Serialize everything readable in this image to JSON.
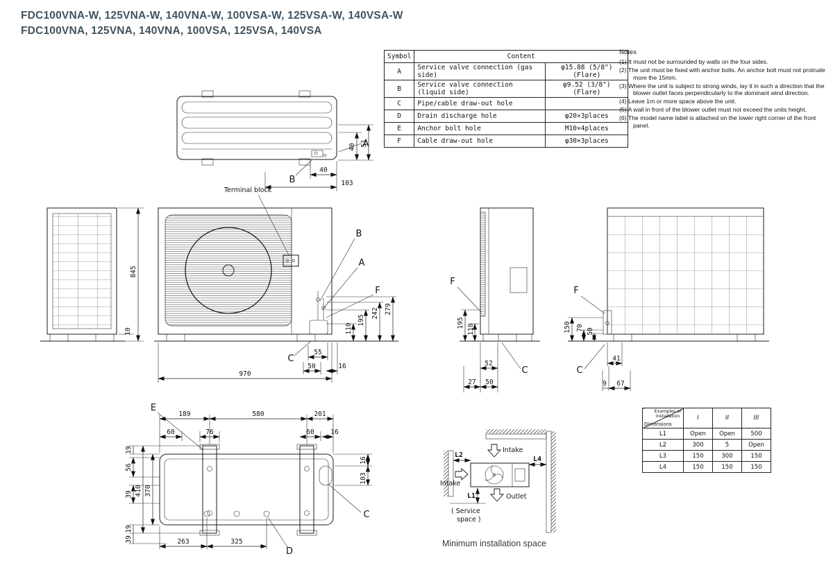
{
  "title": {
    "line1": "FDC100VNA-W, 125VNA-W, 140VNA-W, 100VSA-W, 125VSA-W, 140VSA-W",
    "line2": "FDC100VNA, 125VNA, 140VNA, 100VSA, 125VSA, 140VSA"
  },
  "symbol_table": {
    "header_symbol": "Symbol",
    "header_content": "Content",
    "rows": [
      {
        "symbol": "A",
        "content": "Service valve connection (gas side)",
        "value": "φ15.88 (5/8\") (Flare)"
      },
      {
        "symbol": "B",
        "content": "Service valve connection (liquid side)",
        "value": "φ9.52 (3/8\") (Flare)"
      },
      {
        "symbol": "C",
        "content": "Pipe/cable draw-out hole",
        "value": ""
      },
      {
        "symbol": "D",
        "content": "Drain discharge hole",
        "value": "φ20×3places"
      },
      {
        "symbol": "E",
        "content": "Anchor bolt hole",
        "value": "M10×4places"
      },
      {
        "symbol": "F",
        "content": "Cable draw-out hole",
        "value": "φ30×3places"
      }
    ]
  },
  "notes": {
    "heading": "Notes",
    "items": [
      {
        "num": "(1)",
        "text": "It must not be surrounded by walls on the four sides."
      },
      {
        "num": "(2)",
        "text": "The unit must be fixed with anchor bolts. An anchor bolt must not protrude more the 15mm."
      },
      {
        "num": "(3)",
        "text": "Where the unit is subject to strong winds, lay it in such a direction that the blower outlet faces perpendicularly to the dominant wind direction."
      },
      {
        "num": "(4)",
        "text": "Leave 1m or more space above the unit."
      },
      {
        "num": "(5)",
        "text": "A wall in front of the blower outlet must not exceed the units height."
      },
      {
        "num": "(6)",
        "text": "The model name label is attached on the lower right corner of the front panel."
      }
    ]
  },
  "drawing": {
    "terminal_block": "Terminal block",
    "letters": {
      "a": "A",
      "b": "B",
      "c": "C",
      "d": "D",
      "e": "E",
      "f": "F"
    },
    "dims": {
      "tv40a": "40",
      "tv40b": "40",
      "tv51": "51",
      "tv103": "103",
      "h845": "845",
      "h10": "10",
      "w970": "970",
      "f55": "55",
      "f50": "50",
      "f16": "16",
      "r110": "110",
      "r195": "195",
      "r242": "242",
      "r279": "279",
      "s195": "195",
      "s110": "110",
      "s52": "52",
      "s27": "27",
      "s50": "50",
      "k150": "150",
      "k70": "70",
      "k50": "50",
      "k41": "41",
      "k9": "9",
      "k67": "67",
      "u189": "189",
      "u580": "580",
      "u201": "201",
      "u60a": "60",
      "u76": "76",
      "u60b": "60",
      "u16a": "16",
      "u19a": "19",
      "u56": "56",
      "u39a": "39",
      "u19b": "19",
      "u39b": "39",
      "u410": "410",
      "u370": "370",
      "u263": "263",
      "u325": "325",
      "u16b": "16",
      "u103": "103"
    }
  },
  "install_space": {
    "caption": "Minimum installation space",
    "l1": "L1",
    "l2": "L2",
    "l4": "L4",
    "intake": "Intake",
    "outlet": "Outlet",
    "service_line1": "( Service",
    "service_line2": "space )"
  },
  "install_table": {
    "corner_top": "Examples of installation",
    "corner_bottom": "Dimensions",
    "cols": [
      "I",
      "II",
      "III"
    ],
    "rows": [
      {
        "label": "L1",
        "v1": "Open",
        "v2": "Open",
        "v3": "500"
      },
      {
        "label": "L2",
        "v1": "300",
        "v2": "5",
        "v3": "Open"
      },
      {
        "label": "L3",
        "v1": "150",
        "v2": "300",
        "v3": "150"
      },
      {
        "label": "L4",
        "v1": "150",
        "v2": "150",
        "v3": "150"
      }
    ]
  }
}
